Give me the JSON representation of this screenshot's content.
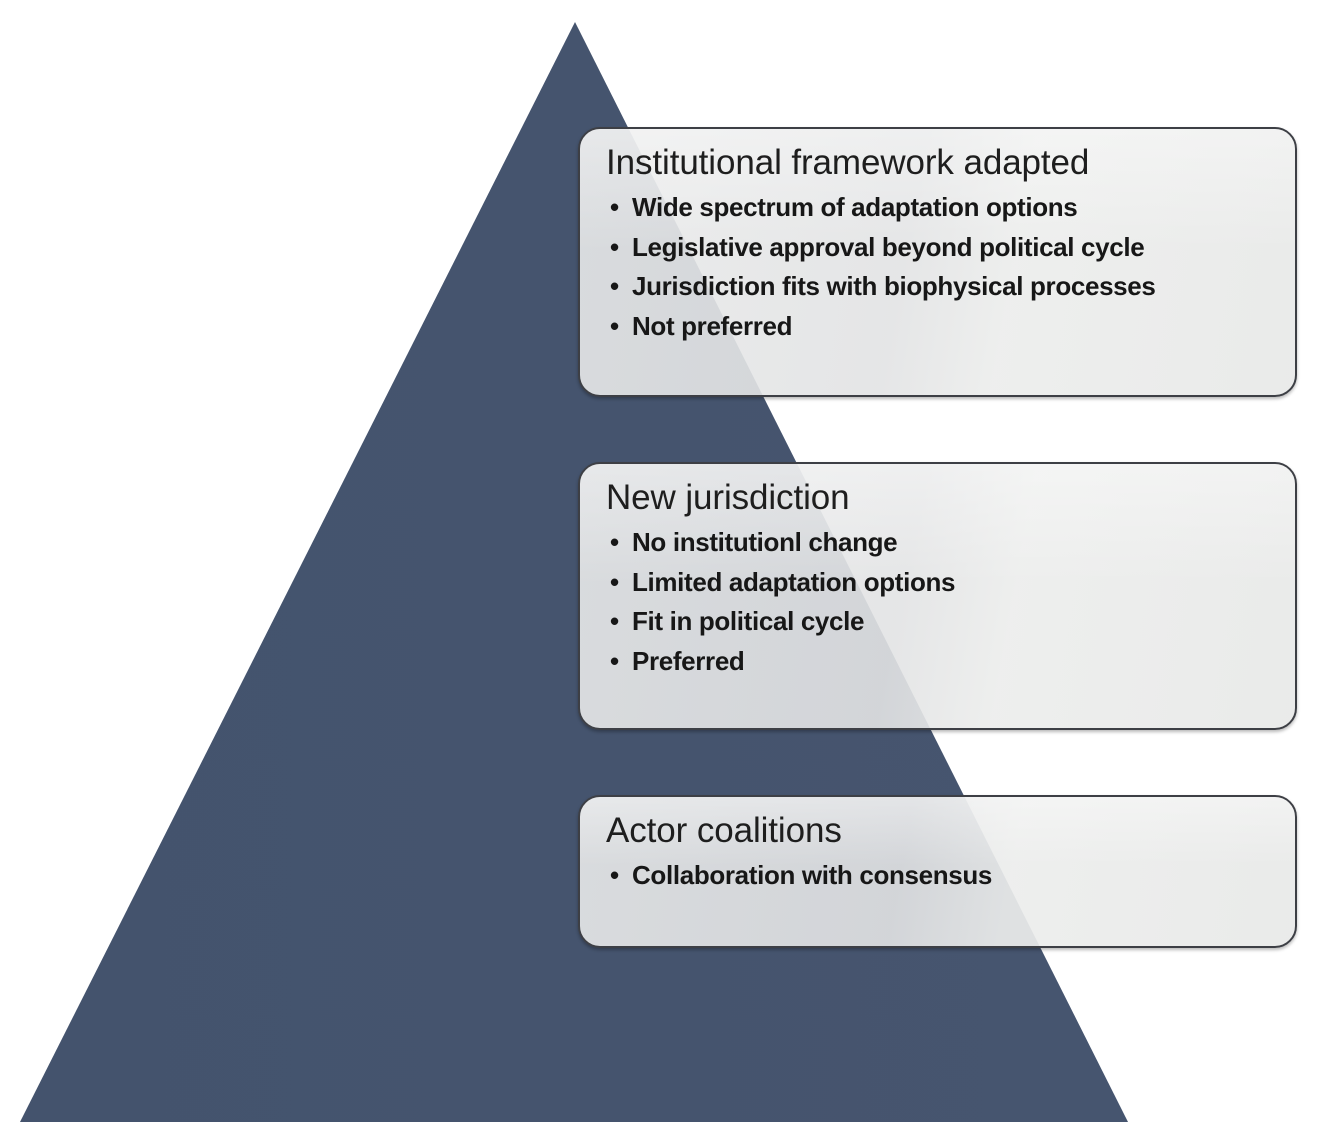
{
  "diagram": {
    "type": "pyramid-with-layer-callouts",
    "shape_name": "triangle",
    "colors": {
      "pyramid_fill": "#45546e",
      "pyramid_fill_light": "#dfe1e4",
      "card_fill": "#e8e9ea",
      "card_border": "#3d3f45",
      "text": "#1e1e1e",
      "background": "#ffffff"
    },
    "levels": [
      {
        "id": "institutional-framework-adapted",
        "title": "Institutional framework adapted",
        "bullet_glyph": "•",
        "bullets": [
          "Wide spectrum of adaptation options",
          "Legislative approval beyond political cycle",
          "Jurisdiction fits with biophysical processes",
          "Not preferred"
        ]
      },
      {
        "id": "new-jurisdiction",
        "title": "New jurisdiction",
        "bullet_glyph": "•",
        "bullets": [
          "No institutionl change",
          "Limited adaptation options",
          "Fit in political cycle",
          "Preferred"
        ]
      },
      {
        "id": "actor-coalitions",
        "title": "Actor coalitions",
        "bullet_glyph": "•",
        "bullets": [
          "Collaboration with consensus"
        ]
      }
    ]
  }
}
